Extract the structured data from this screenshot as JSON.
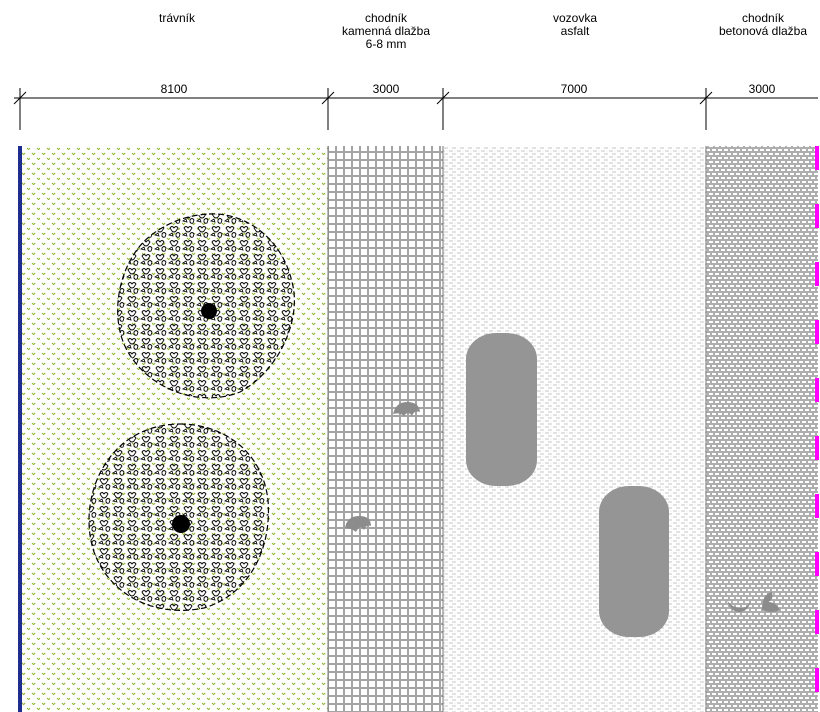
{
  "zones": [
    {
      "id": "travnik",
      "lines": [
        "trávník"
      ],
      "dimension": "8100"
    },
    {
      "id": "chodnik-kamenna",
      "lines": [
        "chodník",
        "kamenná dlažba",
        "6-8 mm"
      ],
      "dimension": "3000"
    },
    {
      "id": "vozovka",
      "lines": [
        "vozovka",
        "asfalt"
      ],
      "dimension": "7000"
    },
    {
      "id": "chodnik-betonova",
      "lines": [
        "chodník",
        "betonová dlažba"
      ],
      "dimension": "3000"
    }
  ],
  "colors": {
    "grass_dot": "#8db52a",
    "left_edge": "#1f2d8f",
    "right_edge": "#ff00ff",
    "paving": "#9a9a9a",
    "car": "#959595",
    "figure": "#8c8c8c"
  },
  "icons": [
    "tree-canopy-icon",
    "tree-trunk-icon",
    "car-icon",
    "person-icon"
  ]
}
